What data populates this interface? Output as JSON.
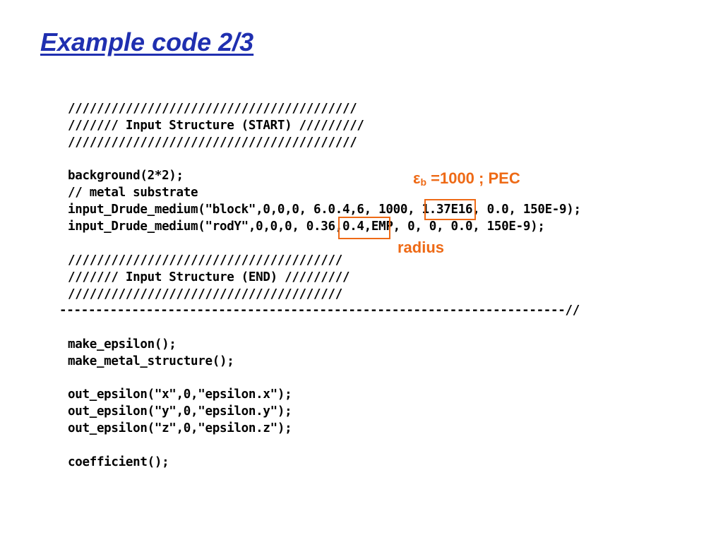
{
  "slide": {
    "title": "Example code 2/3"
  },
  "code": {
    "lines": [
      "////////////////////////////////////////",
      "/////// Input Structure (START) /////////",
      "////////////////////////////////////////",
      "background(2*2);",
      "// metal substrate",
      "input_Drude_medium(\"block\",0,0,0, 6.0.4,6, 1000, 1.37E16, 0.0, 150E-9);",
      "input_Drude_medium(\"rodY\",0,0,0, 0.36,0.4,EMP, 0, 0, 0.0, 150E-9);",
      "//////////////////////////////////////",
      "/////// Input Structure (END) /////////",
      "//////////////////////////////////////",
      "----------------------------------------------------------------------//",
      "make_epsilon();",
      "make_metal_structure();",
      "out_epsilon(\"x\",0,\"epsilon.x\");",
      "out_epsilon(\"y\",0,\"epsilon.y\");",
      "out_epsilon(\"z\",0,\"epsilon.z\");",
      "coefficient();"
    ]
  },
  "annotations": {
    "epsilon_symbol": "ε",
    "epsilon_sub": "b",
    "epsilon_text": " =1000 ; PEC",
    "radius": "radius",
    "accent_color": "#ee6a16"
  },
  "colors": {
    "title": "#1f2fb0",
    "code": "#000000",
    "background": "#ffffff"
  }
}
